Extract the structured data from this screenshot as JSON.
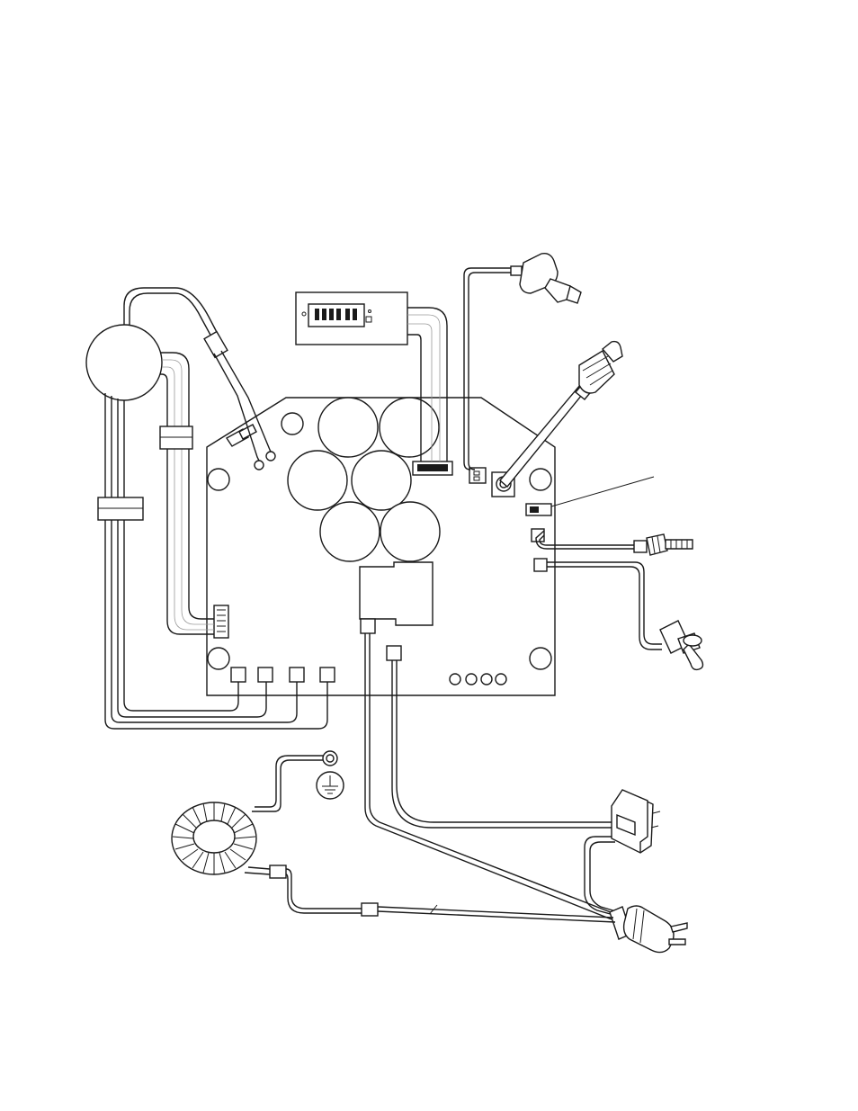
{
  "diagram": {
    "components": [
      {
        "id": "circuit-board",
        "icon": "circuit-board"
      },
      {
        "id": "display-module",
        "icon": "lcd-display"
      },
      {
        "id": "potentiometer",
        "icon": "potentiometer"
      },
      {
        "id": "temperature-probe",
        "icon": "probe"
      },
      {
        "id": "thermistor-sensor",
        "icon": "threaded-sensor"
      },
      {
        "id": "toggle-switch",
        "icon": "toggle-switch"
      },
      {
        "id": "slide-switch",
        "icon": "slide-switch"
      },
      {
        "id": "round-motor",
        "icon": "motor"
      },
      {
        "id": "toroid-transformer",
        "icon": "toroid"
      },
      {
        "id": "ground-terminal",
        "icon": "ground-symbol"
      },
      {
        "id": "rocker-power-switch",
        "icon": "rocker-switch"
      },
      {
        "id": "power-plug",
        "icon": "power-plug"
      }
    ],
    "colors": {
      "line": "#1a1a1a",
      "background": "#ffffff",
      "shade": "#9a9a9a"
    }
  }
}
